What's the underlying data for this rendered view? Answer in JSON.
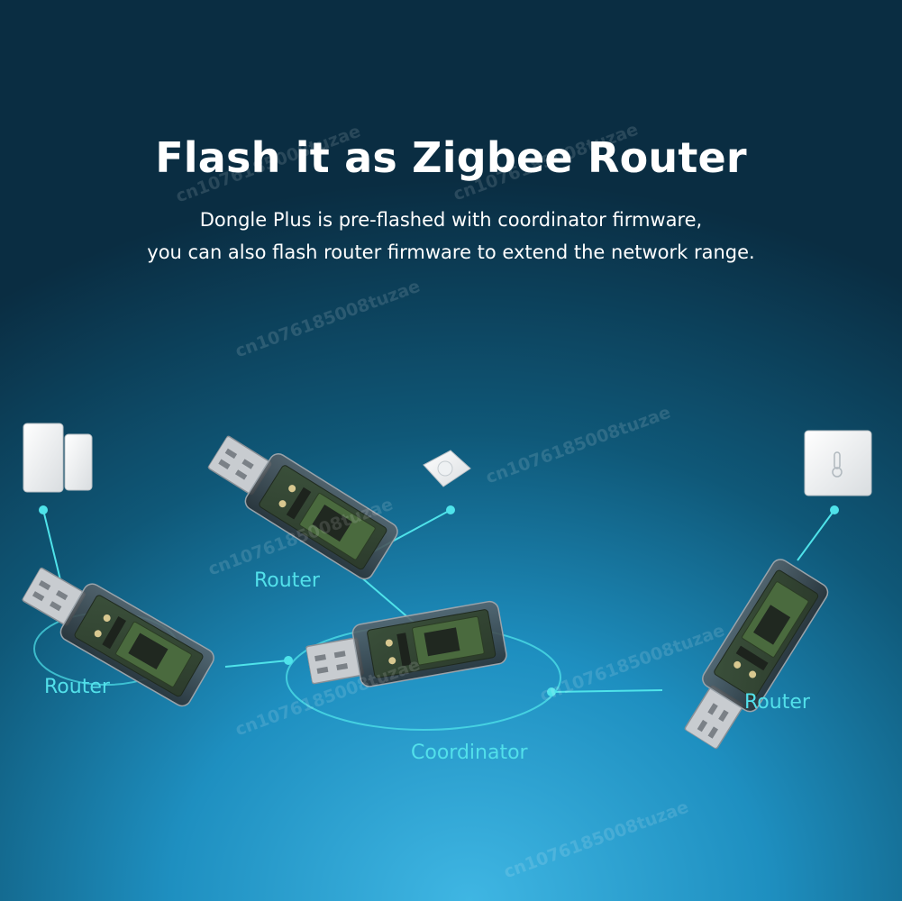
{
  "header": {
    "title": "Flash it as Zigbee Router",
    "subtitle_line1": "Dongle Plus is pre-flashed with coordinator firmware,",
    "subtitle_line2": "you can also flash router firmware to extend the network range."
  },
  "nodes": {
    "router_top": "Router",
    "router_left": "Router",
    "router_right": "Router",
    "coordinator": "Coordinator"
  },
  "watermark": "cn1076185008tuzae",
  "colors": {
    "link": "#4fe3ea",
    "label": "#52e0ea",
    "text": "#ffffff"
  },
  "icons": [
    "usb-dongle-icon",
    "door-sensor-icon",
    "motion-sensor-icon",
    "temperature-sensor-icon"
  ]
}
